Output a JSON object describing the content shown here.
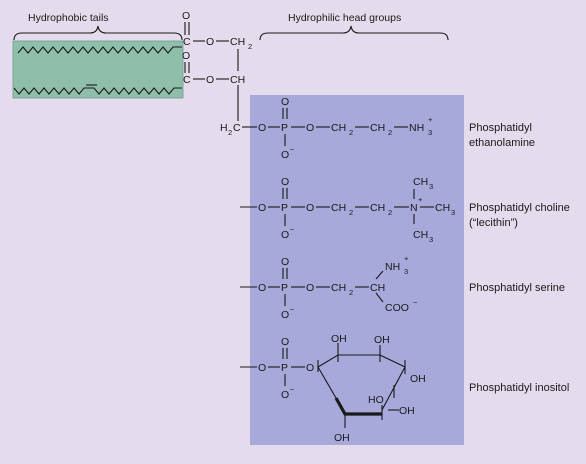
{
  "labels": {
    "tails": "Hydrophobic tails",
    "heads": "Hydrophilic head groups"
  },
  "colors": {
    "background": "#e4dcec",
    "tail_box": "#8fbfaa",
    "head_panel": "#a7a9da"
  },
  "molecules": [
    {
      "name_line1": "Phosphatidyl",
      "name_line2": "ethanolamine"
    },
    {
      "name_line1": "Phosphatidyl choline",
      "name_line2": "(“lecithin”)"
    },
    {
      "name_line1": "Phosphatidyl serine"
    },
    {
      "name_line1": "Phosphatidyl inositol"
    }
  ],
  "atoms": {
    "O": "O",
    "P": "P",
    "C": "C",
    "N": "N",
    "H": "H",
    "CH": "CH",
    "CH2": "CH",
    "H2C": "H",
    "sub2": "2",
    "sub3": "3",
    "CH3": "CH",
    "NH3": "NH",
    "COO": "COO",
    "OH": "OH",
    "HO": "HO",
    "plus": "+",
    "minus": "−"
  }
}
